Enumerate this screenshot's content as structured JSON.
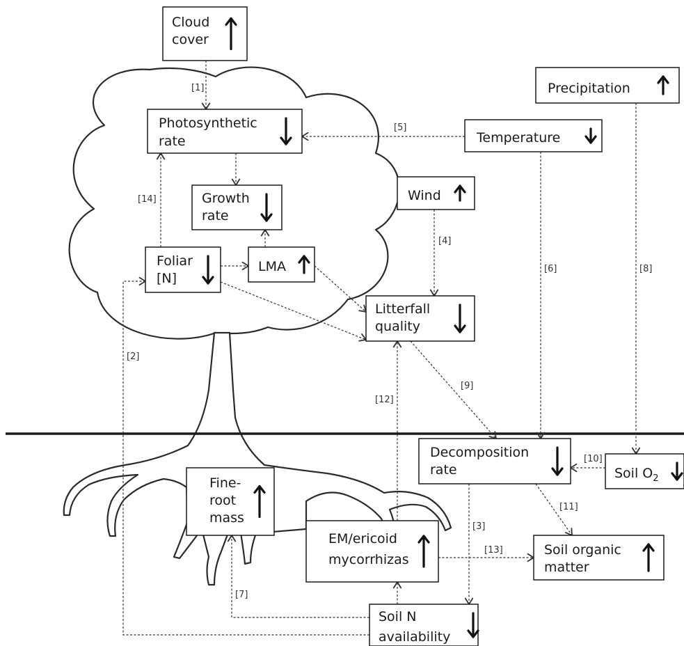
{
  "nodes": {
    "cloud_cover": {
      "lines": [
        "Cloud",
        "cover"
      ],
      "trend": "up"
    },
    "precipitation": {
      "lines": [
        "Precipitation"
      ],
      "trend": "up"
    },
    "photosynthetic_rate": {
      "lines": [
        "Photosynthetic",
        "rate"
      ],
      "trend": "down"
    },
    "temperature": {
      "lines": [
        "Temperature"
      ],
      "trend": "down"
    },
    "growth_rate": {
      "lines": [
        "Growth",
        "rate"
      ],
      "trend": "down"
    },
    "wind": {
      "lines": [
        "Wind"
      ],
      "trend": "up"
    },
    "foliar_n": {
      "lines": [
        "Foliar",
        "[N]"
      ],
      "trend": "down"
    },
    "lma": {
      "lines": [
        "LMA"
      ],
      "trend": "up"
    },
    "litterfall_quality": {
      "lines": [
        "Litterfall",
        "quality"
      ],
      "trend": "down"
    },
    "decomposition_rate": {
      "lines": [
        "Decomposition",
        "rate"
      ],
      "trend": "down"
    },
    "soil_o2": {
      "lines": [
        "Soil O"
      ],
      "subscript": "2",
      "trend": "down"
    },
    "fine_root_mass": {
      "lines": [
        "Fine-",
        "root",
        "mass"
      ],
      "trend": "up"
    },
    "em_ericoid": {
      "lines": [
        "EM/ericoid",
        "mycorrhizas"
      ],
      "trend": "up"
    },
    "soil_organic_matter": {
      "lines": [
        "Soil organic",
        "matter"
      ],
      "trend": "up"
    },
    "soil_n": {
      "lines": [
        "Soil N",
        "availability"
      ],
      "trend": "down"
    }
  },
  "edges": [
    {
      "id": "1",
      "label": "[1]",
      "from": "cloud_cover",
      "to": "photosynthetic_rate"
    },
    {
      "id": "2",
      "label": "[2]",
      "from": "soil_n",
      "to": "foliar_n"
    },
    {
      "id": "3",
      "label": "[3]",
      "from": "decomposition_rate",
      "to": "soil_n"
    },
    {
      "id": "4",
      "label": "[4]",
      "from": "wind",
      "to": "litterfall_quality"
    },
    {
      "id": "5",
      "label": "[5]",
      "from": "temperature",
      "to": "photosynthetic_rate"
    },
    {
      "id": "6",
      "label": "[6]",
      "from": "temperature",
      "to": "decomposition_rate"
    },
    {
      "id": "7",
      "label": "[7]",
      "from": "soil_n",
      "to": "fine_root_mass"
    },
    {
      "id": "8",
      "label": "[8]",
      "from": "precipitation",
      "to": "soil_o2"
    },
    {
      "id": "9",
      "label": "[9]",
      "from": "litterfall_quality",
      "to": "decomposition_rate"
    },
    {
      "id": "10",
      "label": "[10]",
      "from": "soil_o2",
      "to": "decomposition_rate"
    },
    {
      "id": "11",
      "label": "[11]",
      "from": "decomposition_rate",
      "to": "soil_organic_matter"
    },
    {
      "id": "12",
      "label": "[12]",
      "from": "em_ericoid",
      "to": "litterfall_quality"
    },
    {
      "id": "13",
      "label": "[13]",
      "from": "em_ericoid",
      "to": "soil_organic_matter"
    },
    {
      "id": "14",
      "label": "[14]",
      "from": "foliar_n",
      "to": "photosynthetic_rate"
    },
    {
      "id": "a",
      "label": "",
      "from": "photosynthetic_rate",
      "to": "growth_rate"
    },
    {
      "id": "b",
      "label": "",
      "from": "lma",
      "to": "growth_rate"
    },
    {
      "id": "c",
      "label": "",
      "from": "foliar_n",
      "to": "lma"
    },
    {
      "id": "d",
      "label": "",
      "from": "lma",
      "to": "litterfall_quality"
    },
    {
      "id": "e",
      "label": "",
      "from": "foliar_n",
      "to": "litterfall_quality"
    },
    {
      "id": "f",
      "label": "",
      "from": "soil_n",
      "to": "em_ericoid"
    }
  ]
}
